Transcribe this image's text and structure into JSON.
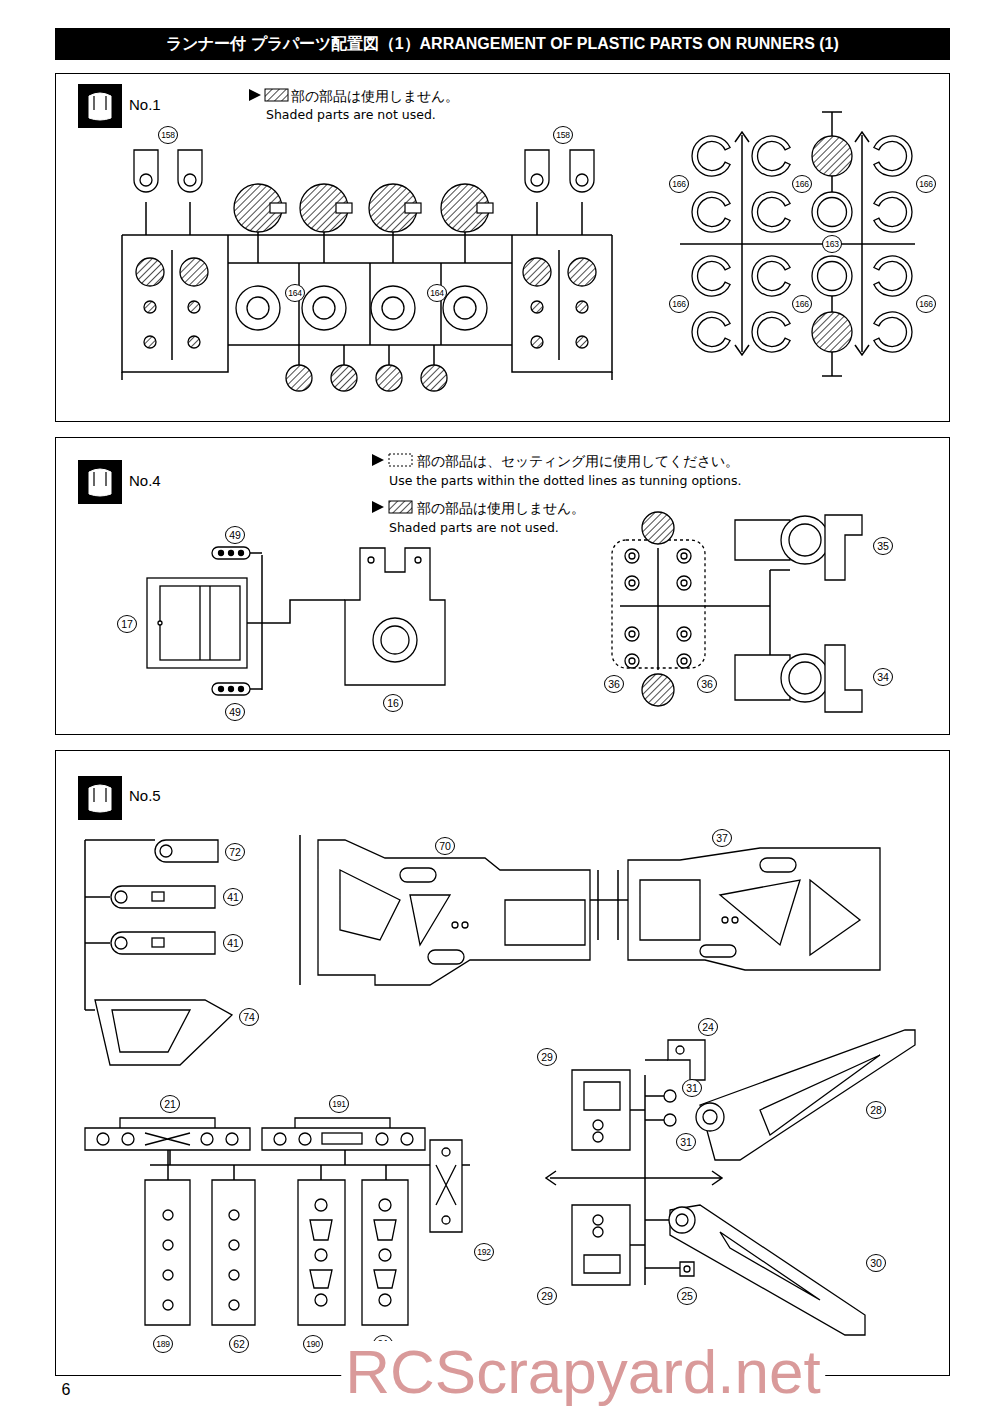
{
  "diagram": {
    "title": "ランナー付 プラパーツ配置図（1）ARRANGEMENT OF PLASTIC PARTS ON RUNNERS (1)",
    "nodes": [
      {
        "text": [
          "No.1",
          "部の部品は使用しません。",
          "Shaded parts are not used."
        ]
      },
      {
        "text": [
          "No.4",
          "部の部品は、セッティング用に使用してください。",
          "Use the parts within the dotted lines as tunning options.",
          "部の部品は使用しません。",
          "Shaded parts are not used."
        ]
      },
      {
        "text": [
          "No.5"
        ]
      }
    ],
    "labels": [
      "158",
      "158",
      "164",
      "164",
      "166",
      "166",
      "166",
      "163",
      "166",
      "166",
      "166",
      "49",
      "17",
      "49",
      "16",
      "35",
      "36",
      "36",
      "34",
      "72",
      "41",
      "41",
      "74",
      "70",
      "37",
      "24",
      "29",
      "31",
      "28",
      "31",
      "21",
      "191",
      "192",
      "30",
      "29",
      "25",
      "189",
      "62",
      "190",
      "61",
      "6",
      "RCScrapyard.net"
    ]
  }
}
